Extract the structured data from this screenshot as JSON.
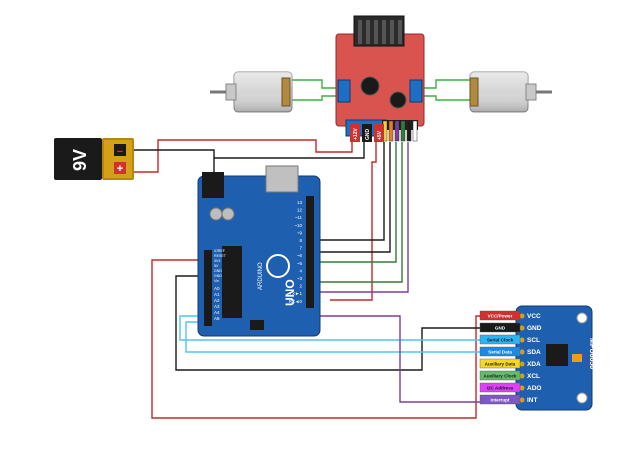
{
  "battery": {
    "label": "9V",
    "minus": "−",
    "plus": "+"
  },
  "driver": {
    "power_pins": [
      "+12V",
      "GND",
      "+5V"
    ],
    "control_pin_colors": [
      "#f4d03f",
      "#e67e22",
      "#7b3fa0",
      "#2e7d32",
      "#1a1a1a",
      "#ffffff"
    ]
  },
  "arduino": {
    "brand": "ARDUINO",
    "model": "UNO",
    "digital_labels": [
      "13",
      "12",
      "~11",
      "~10",
      "~9",
      "8",
      "7",
      "~6",
      "~5",
      "4",
      "~3",
      "2",
      "TX►1",
      "RX◄0"
    ],
    "analog_labels": [
      "A0",
      "A1",
      "A2",
      "A3",
      "A4",
      "A5"
    ],
    "power_labels": [
      "IOREF",
      "RESET",
      "3V3",
      "5V",
      "GND",
      "GND",
      "Vin"
    ]
  },
  "mpu": {
    "model": "MPU6050",
    "pins": [
      "VCC",
      "GND",
      "SCL",
      "SDA",
      "XDA",
      "XCL",
      "ADO",
      "INT"
    ],
    "tags": [
      {
        "text": "VCC/Power",
        "color": "#d32f2f"
      },
      {
        "text": "GND",
        "color": "#1a1a1a"
      },
      {
        "text": "Serial Clock",
        "color": "#29b6f6"
      },
      {
        "text": "Serial Data",
        "color": "#1e88e5"
      },
      {
        "text": "Auxiliary Data",
        "color": "#f9d71c"
      },
      {
        "text": "Auxiliary Clock",
        "color": "#66bb6a"
      },
      {
        "text": "I2C Address",
        "color": "#e040fb"
      },
      {
        "text": "Interrupt",
        "color": "#7e57c2"
      }
    ]
  },
  "colors": {
    "wire_red": "#c62828",
    "wire_black": "#1a1a1a",
    "wire_green": "#3cb043",
    "wire_cyan": "#4fc3f7",
    "board_blue": "#1f5fb0",
    "driver_red": "#d9534f"
  }
}
